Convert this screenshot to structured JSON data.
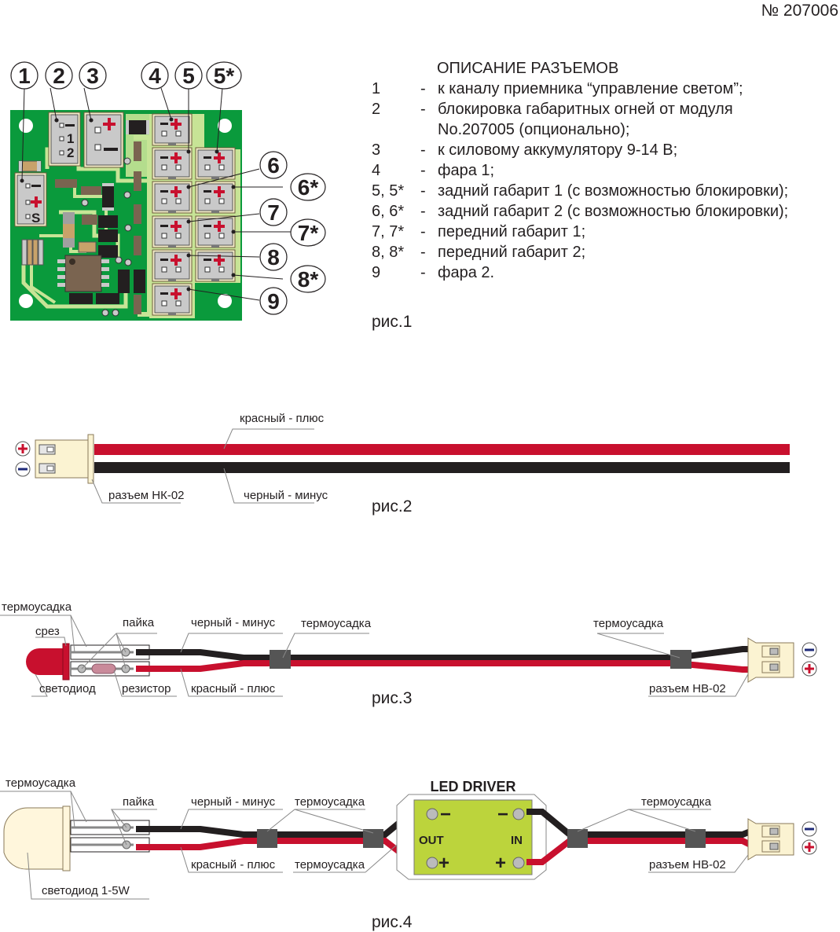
{
  "document_number": "№ 207006",
  "colors": {
    "pcb_green": "#0a9a3c",
    "pcb_trace": "#c7e496",
    "connector_gray": "#c9c9c9",
    "wire_red": "#c8102e",
    "wire_black": "#231f20",
    "plug_cream": "#fbf3d2",
    "heatshrink": "#555555",
    "driver_green": "#bcd43c",
    "minus_blue": "#1e2a78"
  },
  "fig1": {
    "label": "рис.1",
    "callouts": [
      "1",
      "2",
      "3",
      "4",
      "5",
      "5*",
      "6",
      "6*",
      "7",
      "7*",
      "8",
      "8*",
      "9"
    ],
    "connector_marks": {
      "minus": "−",
      "plus": "+",
      "pin1": "1",
      "pin2": "2",
      "signal": "S"
    },
    "legend": {
      "title": "ОПИСАНИЕ РАЗЪЕМОВ",
      "rows": [
        {
          "num": "1",
          "text": "к каналу приемника “управление светом”;"
        },
        {
          "num": "2",
          "text": "блокировка габаритных огней от модуля",
          "continuation": "No.207005 (опционально);"
        },
        {
          "num": "3",
          "text": "к силовому аккумулятору 9-14 В;"
        },
        {
          "num": "4",
          "text": "фара 1;"
        },
        {
          "num": "5, 5*",
          "text": "задний габарит 1 (с возможностью блокировки);"
        },
        {
          "num": "6, 6*",
          "text": "задний габарит 2 (с возможностью блокировки);"
        },
        {
          "num": "7, 7*",
          "text": "передний габарит 1;"
        },
        {
          "num": "8, 8*",
          "text": "передний габарит 2;"
        },
        {
          "num": "9",
          "text": "фара 2."
        }
      ],
      "dash": "-"
    }
  },
  "fig2": {
    "label": "рис.2",
    "red_wire": "красный - плюс",
    "black_wire": "черный - минус",
    "connector": "разъем НК-02",
    "plus_sign": "+",
    "minus_sign": "−"
  },
  "fig3": {
    "label": "рис.3",
    "heatshrink_left": "термоусадка",
    "cut": "срез",
    "solder": "пайка",
    "black_wire": "черный - минус",
    "heatshrink_mid": "термоусадка",
    "heatshrink_right": "термоусадка",
    "led": "светодиод",
    "resistor": "резистор",
    "red_wire": "красный - плюс",
    "connector": "разъем НВ-02"
  },
  "fig4": {
    "label": "рис.4",
    "heatshrink_left": "термоусадка",
    "solder": "пайка",
    "black_wire": "черный - минус",
    "heatshrink_top": "термоусадка",
    "heatshrink_bottom": "термоусадка",
    "heatshrink_right": "термоусадка",
    "red_wire": "красный - плюс",
    "led": "светодиод 1-5W",
    "driver_title": "LED DRIVER",
    "driver_out": "OUT",
    "driver_in": "IN",
    "minus_sign": "−",
    "plus_sign": "+",
    "connector": "разъем НВ-02"
  }
}
